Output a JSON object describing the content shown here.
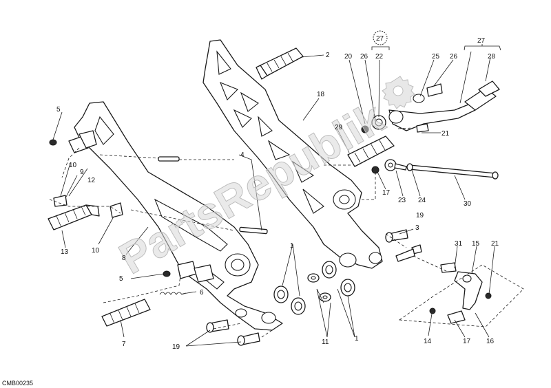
{
  "figure_code": "CMB00235",
  "watermark": "PartsRepublik",
  "labels": {
    "l2": "2",
    "l3": "3",
    "l4": "4",
    "l5a": "5",
    "l5b": "5",
    "l6": "6",
    "l7": "7",
    "l8": "8",
    "l9": "9",
    "l10a": "10",
    "l10b": "10",
    "l11": "11",
    "l12": "12",
    "l13": "13",
    "l14": "14",
    "l15": "15",
    "l16": "16",
    "l17a": "17",
    "l17b": "17",
    "l18": "18",
    "l19a": "19",
    "l19b": "19",
    "l20": "20",
    "l21a": "21",
    "l21b": "21",
    "l22": "22",
    "l23": "23",
    "l24": "24",
    "l25": "25",
    "l26a": "26",
    "l26b": "26",
    "l27a": "27",
    "l27b": "27",
    "l28": "28",
    "l29": "29",
    "l30": "30",
    "l31": "31",
    "l1a": "1",
    "l1b": "1"
  }
}
